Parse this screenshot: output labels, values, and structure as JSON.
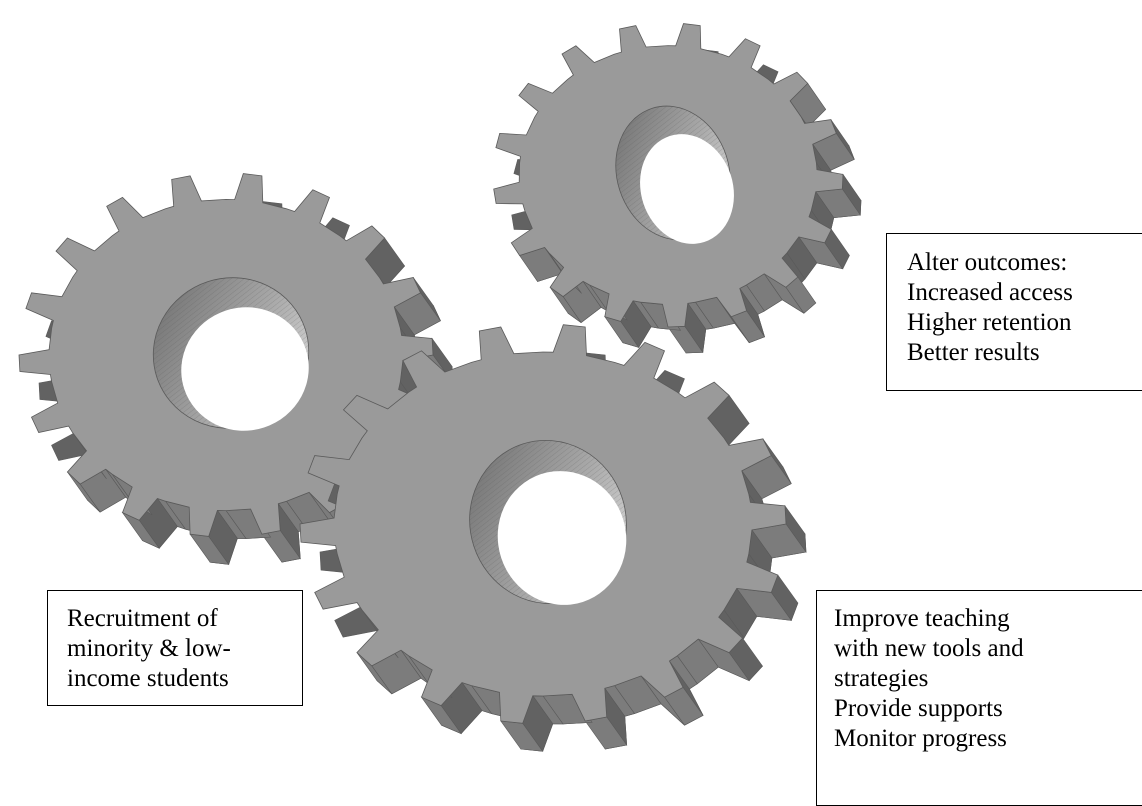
{
  "diagram": {
    "gears": [
      {
        "id": "gear-top-right",
        "teeth": 17
      },
      {
        "id": "gear-left",
        "teeth": 18
      },
      {
        "id": "gear-bottom-center",
        "teeth": 18
      }
    ],
    "colors": {
      "gear_face": "#9a9a9a",
      "gear_side_dark": "#626262",
      "gear_side_mid": "#7c7c7c",
      "gear_outline": "#5a5a5a",
      "hole_dark": "#6b6b6b",
      "hole_light": "#dcdcdc",
      "text": "#000000",
      "background": "#ffffff"
    },
    "outcomes_box": {
      "lines": [
        "Alter outcomes:",
        "Increased access",
        "Higher retention",
        "Better results"
      ]
    },
    "recruitment_box": {
      "lines": [
        "Recruitment of",
        "minority & low-",
        "income students"
      ]
    },
    "teaching_box": {
      "lines": [
        "Improve teaching",
        "with new tools and",
        "strategies",
        "Provide supports",
        "Monitor progress"
      ]
    }
  }
}
